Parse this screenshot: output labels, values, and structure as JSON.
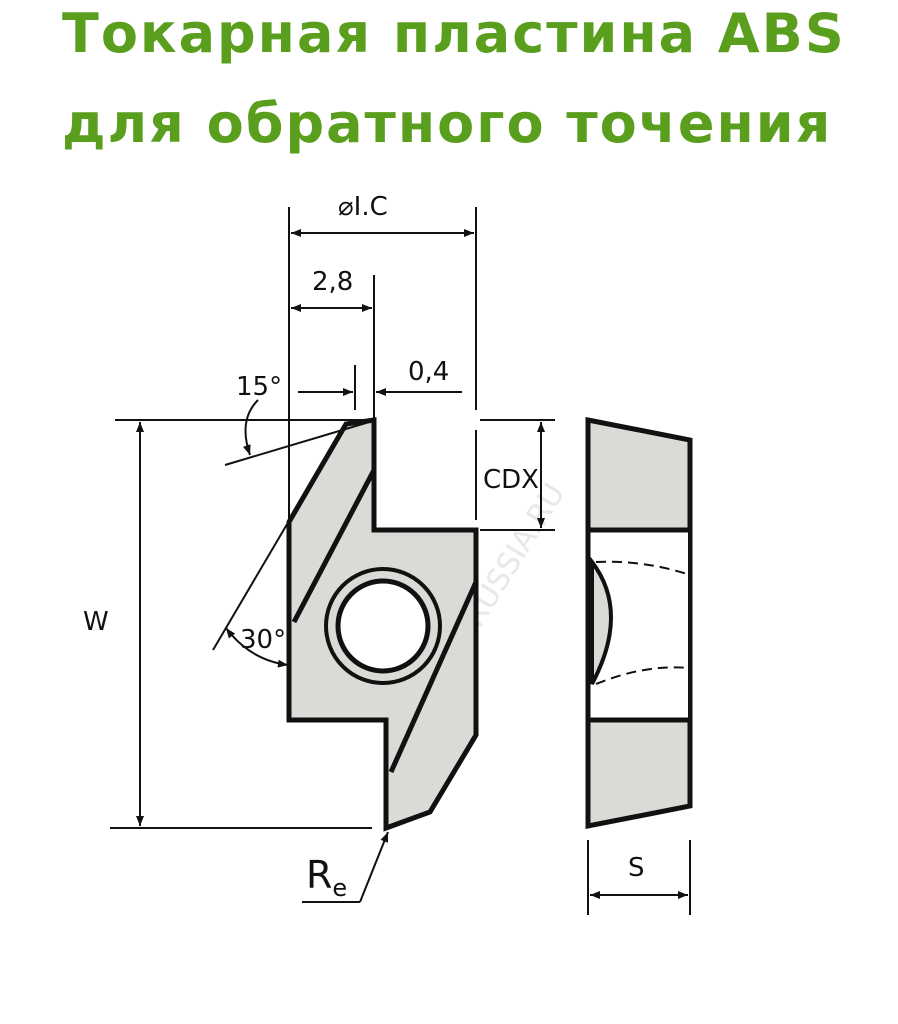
{
  "title": {
    "line1": "Токарная пластина ABS",
    "line2": "для обратного точения"
  },
  "labels": {
    "ic": "⌀I.C",
    "dim_2_8": "2,8",
    "dim_0_4": "0,4",
    "angle_15": "15°",
    "angle_30": "30°",
    "cdx": "CDX",
    "w": "W",
    "re": "R",
    "re_sub": "e",
    "s": "S"
  },
  "watermark": "DIC-RUSSIA.RU",
  "colors": {
    "title": "#5a9e1e",
    "insert_fill": "#d9dbd7",
    "outline": "#111111"
  }
}
